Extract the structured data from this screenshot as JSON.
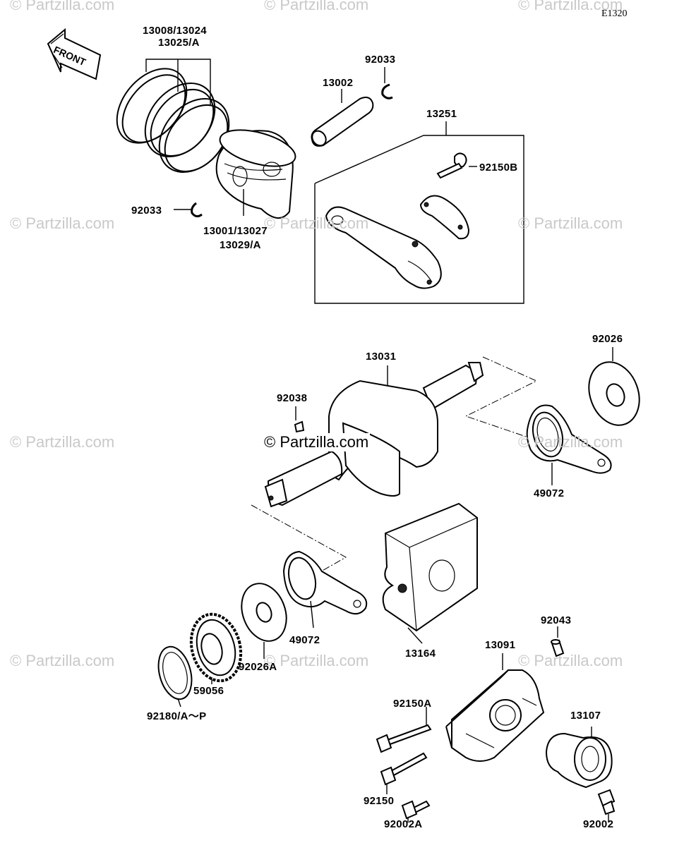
{
  "diagram_code": "E1320",
  "front_label": "FRONT",
  "watermark": {
    "text": "© Partzilla.com",
    "center_text": "© Partzilla.com"
  },
  "parts": {
    "piston_rings": "13008/13024",
    "piston_rings_2": "13025/A",
    "piston_pin": "13002",
    "snap_ring_top": "92033",
    "connecting_rod": "13251",
    "rod_bolt": "92150B",
    "snap_ring_left": "92033",
    "piston": "13001/13027",
    "piston_2": "13029/A",
    "crankshaft": "13031",
    "washer_right": "92026",
    "woodruff_key": "92038",
    "bearing_holder_right": "49072",
    "bearing_holder_left": "49072",
    "crankcase_block": "13164",
    "washer_left": "92026A",
    "gear": "59056",
    "shim": "92180/A～P",
    "dowel_pin": "92043",
    "cover": "13091",
    "bolt_long": "92150A",
    "cap": "13107",
    "bolt_medium": "92150",
    "bolt_short_left": "92002A",
    "bolt_short_right": "92002"
  }
}
